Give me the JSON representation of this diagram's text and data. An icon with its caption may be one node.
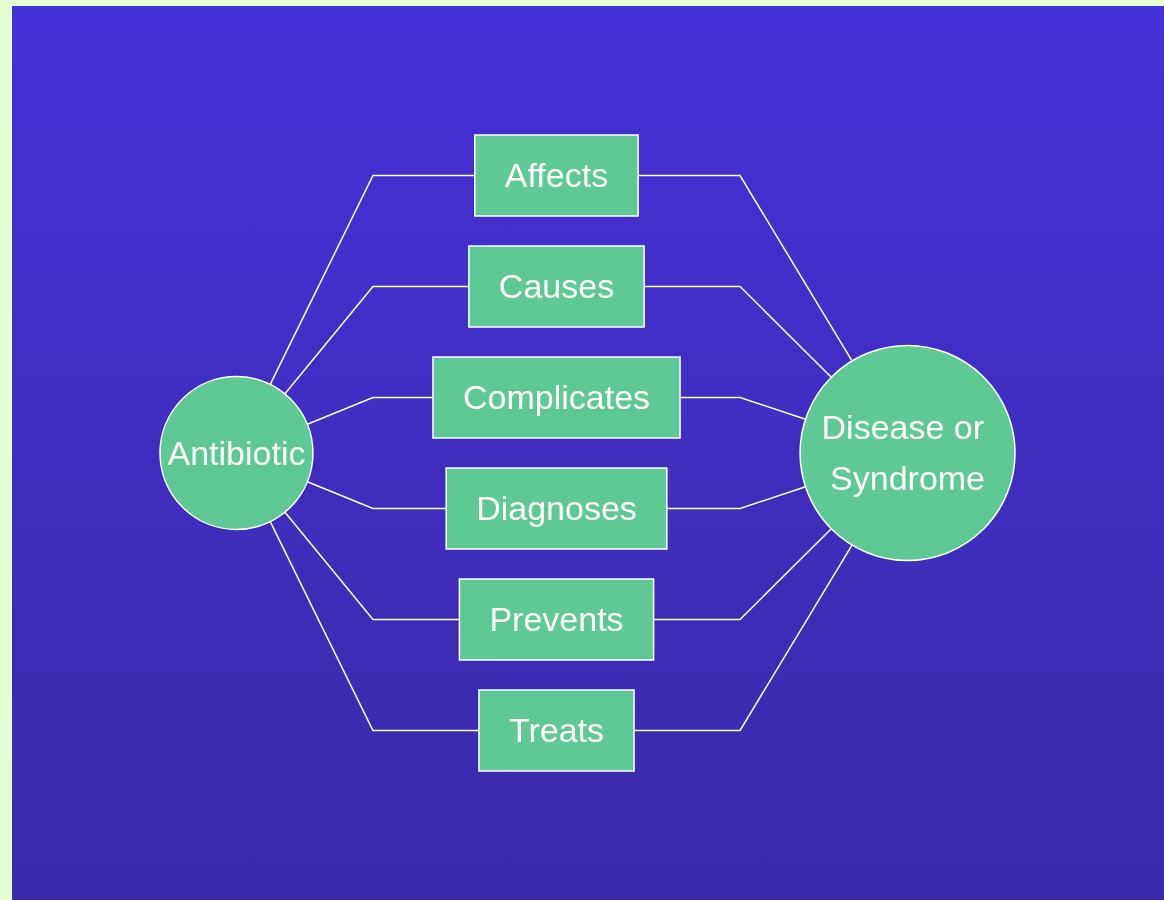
{
  "diagram": {
    "nodes": [
      {
        "text": [
          "Antibiotic"
        ]
      },
      {
        "text": [
          "Disease or Syndrome"
        ]
      },
      {
        "text": [
          "Affects"
        ]
      },
      {
        "text": [
          "Causes"
        ]
      },
      {
        "text": [
          "Complicates"
        ]
      },
      {
        "text": [
          "Diagnoses"
        ]
      },
      {
        "text": [
          "Prevents"
        ]
      },
      {
        "text": [
          "Treats"
        ]
      }
    ],
    "edges": [
      {
        "from": 0,
        "to": 2,
        "arrow": "none"
      },
      {
        "from": 2,
        "to": 1,
        "arrow": "none"
      },
      {
        "from": 0,
        "to": 3,
        "arrow": "none"
      },
      {
        "from": 3,
        "to": 1,
        "arrow": "none"
      },
      {
        "from": 0,
        "to": 4,
        "arrow": "none"
      },
      {
        "from": 4,
        "to": 1,
        "arrow": "none"
      },
      {
        "from": 0,
        "to": 5,
        "arrow": "none"
      },
      {
        "from": 5,
        "to": 1,
        "arrow": "none"
      },
      {
        "from": 0,
        "to": 6,
        "arrow": "none"
      },
      {
        "from": 6,
        "to": 1,
        "arrow": "none"
      },
      {
        "from": 0,
        "to": 7,
        "arrow": "none"
      },
      {
        "from": 7,
        "to": 1,
        "arrow": "none"
      }
    ]
  }
}
